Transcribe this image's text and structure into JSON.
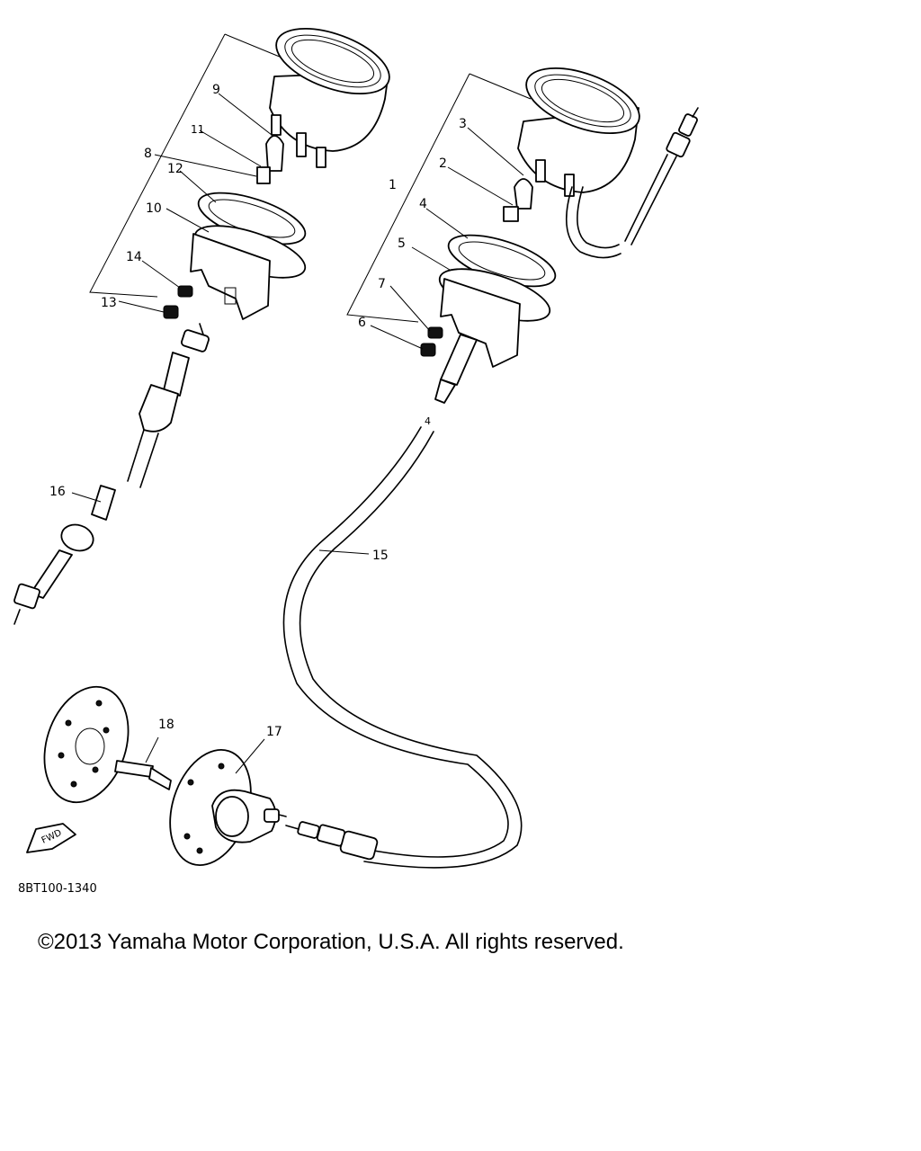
{
  "diagram_code": "8BT100-1340",
  "copyright": "©2013 Yamaha Motor Corporation, U.S.A. All rights reserved.",
  "fwd_label": "FWD",
  "callouts": {
    "c1": "1",
    "c2": "2",
    "c3": "3",
    "c4": "4",
    "c4b": "4",
    "c5": "5",
    "c6": "6",
    "c7": "7",
    "c8": "8",
    "c9": "9",
    "c10": "10",
    "c11": "11",
    "c12": "12",
    "c13": "13",
    "c14": "14",
    "c15": "15",
    "c16": "16",
    "c17": "17",
    "c18": "18"
  }
}
